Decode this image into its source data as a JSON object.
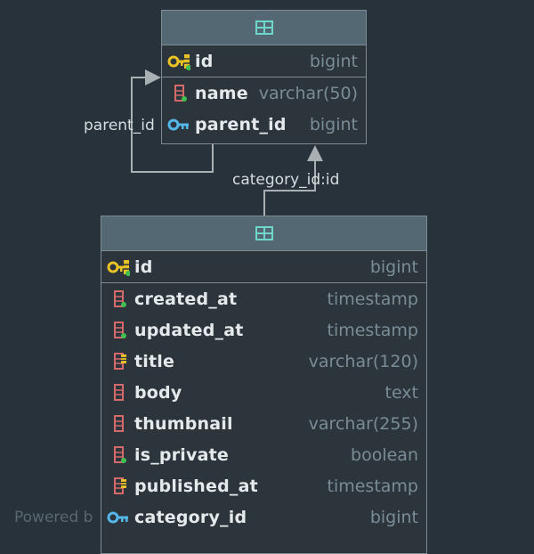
{
  "diagram": {
    "tables": [
      {
        "name": "",
        "columns": [
          {
            "name": "id",
            "type": "bigint",
            "icon": "primary-key-icon"
          },
          {
            "name": "name",
            "type": "varchar(50)",
            "icon": "column-not-null-icon"
          },
          {
            "name": "parent_id",
            "type": "bigint",
            "icon": "foreign-key-icon"
          }
        ]
      },
      {
        "name": "",
        "columns": [
          {
            "name": "id",
            "type": "bigint",
            "icon": "primary-key-icon"
          },
          {
            "name": "created_at",
            "type": "timestamp",
            "icon": "column-not-null-icon"
          },
          {
            "name": "updated_at",
            "type": "timestamp",
            "icon": "column-not-null-icon"
          },
          {
            "name": "title",
            "type": "varchar(120)",
            "icon": "column-indexed-icon"
          },
          {
            "name": "body",
            "type": "text",
            "icon": "column-icon"
          },
          {
            "name": "thumbnail",
            "type": "varchar(255)",
            "icon": "column-icon"
          },
          {
            "name": "is_private",
            "type": "boolean",
            "icon": "column-not-null-icon"
          },
          {
            "name": "published_at",
            "type": "timestamp",
            "icon": "column-indexed-icon"
          },
          {
            "name": "category_id",
            "type": "bigint",
            "icon": "foreign-key-icon"
          }
        ]
      }
    ],
    "relations": [
      {
        "label": "parent_id"
      },
      {
        "label": "category_id:id"
      }
    ],
    "footer": "Powered b"
  },
  "colors": {
    "background": "#27323a",
    "header": "#536873",
    "border": "#7f8b92",
    "pk_key": "#e8c227",
    "fk_key": "#55b6e8",
    "column_icon": "#d66a6a",
    "not_null_dot": "#3fbf4f",
    "table_icon": "#6fd6cc"
  }
}
